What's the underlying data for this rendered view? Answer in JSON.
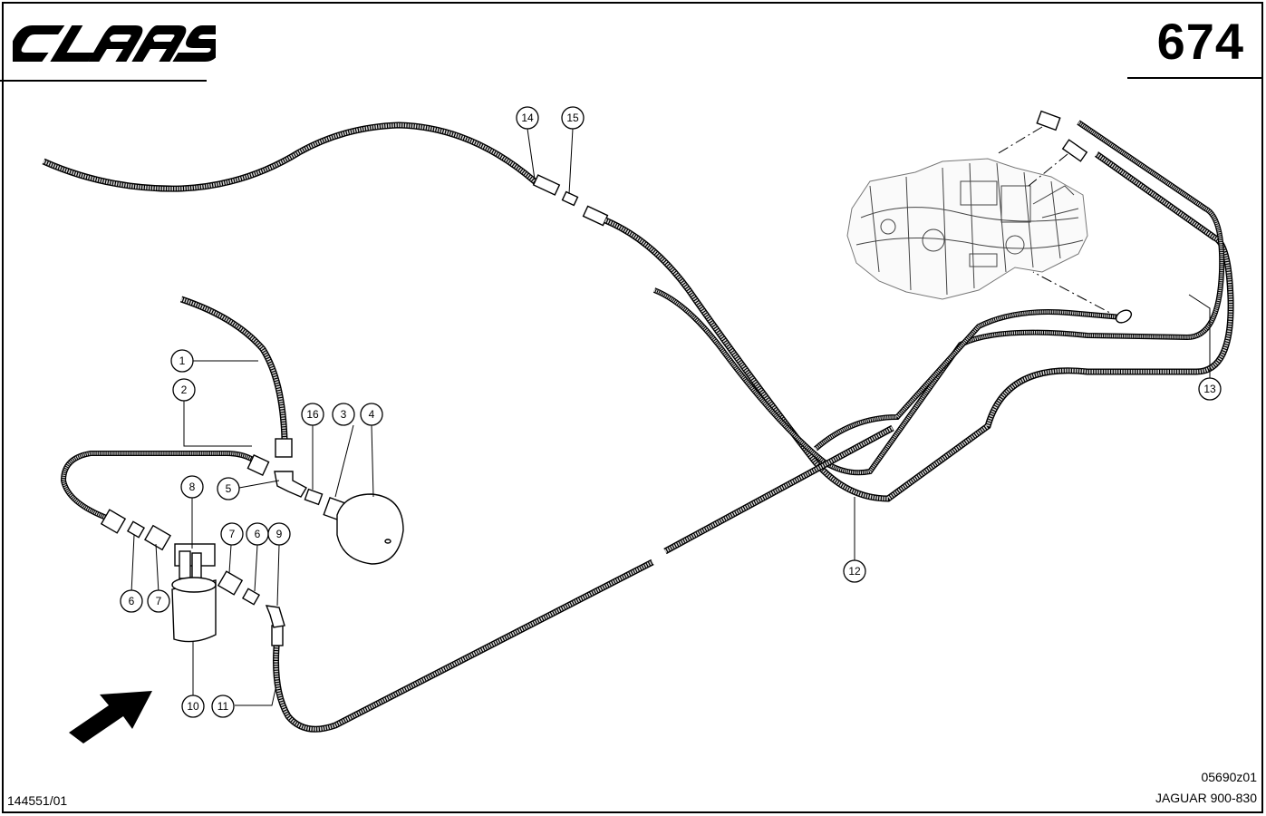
{
  "header": {
    "brand": "CLAAS",
    "page_number": "674"
  },
  "footer": {
    "drawing_code": "05690z01",
    "model": "JAGUAR 900-830",
    "sheet_id": "144551/01"
  },
  "callouts": {
    "c1": "1",
    "c2": "2",
    "c3": "3",
    "c4": "4",
    "c5": "5",
    "c6a": "6",
    "c6b": "6",
    "c7a": "7",
    "c7b": "7",
    "c8": "8",
    "c9": "9",
    "c10": "10",
    "c11": "11",
    "c12": "12",
    "c13": "13",
    "c14": "14",
    "c15": "15",
    "c16": "16"
  },
  "icons": {
    "logo": "claas-logo",
    "arrow": "direction-arrow-icon"
  }
}
